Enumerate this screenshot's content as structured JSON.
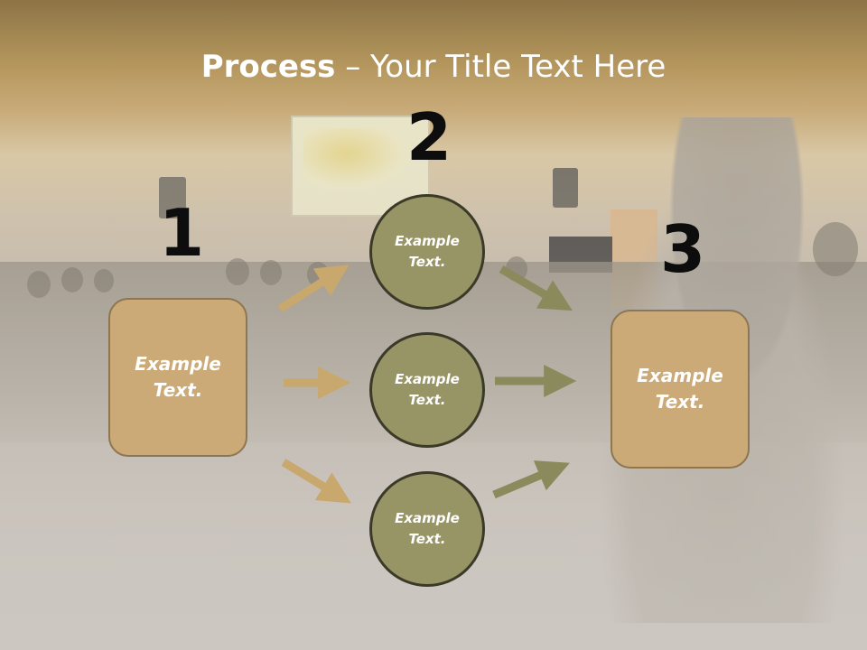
{
  "title": {
    "bold": "Process",
    "rest": " – Your Title Text Here"
  },
  "steps": {
    "one": "1",
    "two": "2",
    "three": "3"
  },
  "boxes": {
    "left": "Example Text.",
    "right": "Example Text."
  },
  "circles": {
    "top": "Example Text.",
    "middle": "Example Text.",
    "bottom": "Example Text."
  },
  "colors": {
    "box_fill": "#ccaa77",
    "circle_fill": "#979466",
    "arrow_tan": "#c8a86c",
    "arrow_olive": "#8b8a5c"
  }
}
